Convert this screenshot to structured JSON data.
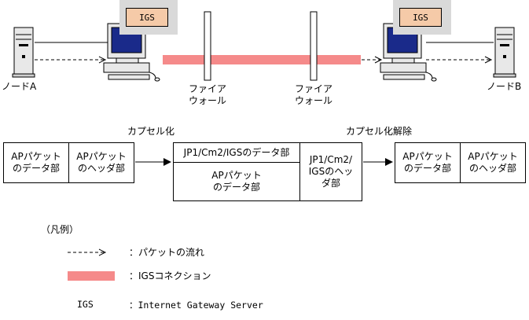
{
  "top": {
    "node_a": "ノードA",
    "node_b": "ノードB",
    "fw1": [
      "ファイア",
      "ウォール"
    ],
    "fw2": [
      "ファイア",
      "ウォール"
    ],
    "igs_left": "IGS",
    "igs_right": "IGS"
  },
  "flow": {
    "encap_label": "カプセル化",
    "decap_label": "カプセル化解除",
    "left_data": [
      "APパケット",
      "のデータ部"
    ],
    "left_header": [
      "APパケット",
      "のヘッダ部"
    ],
    "mid_top": "JP1/Cm2/IGSのデータ部",
    "mid_bottom": [
      "APパケット",
      "のデータ部"
    ],
    "mid_right": [
      "JP1/Cm2/",
      "IGSのヘッ",
      "ダ部"
    ],
    "right_data": [
      "APパケット",
      "のデータ部"
    ],
    "right_header": [
      "APパケット",
      "のヘッダ部"
    ]
  },
  "legend": {
    "title": "（凡例）",
    "arrow_desc": "：パケットの流れ",
    "bar_desc": "：IGSコネクション",
    "abbr": "IGS",
    "abbr_desc": "：Internet Gateway Server"
  },
  "colors": {
    "connection": "#f58a8a",
    "igs_face": "#f5caa8",
    "shadow": "#d9d9d9"
  }
}
